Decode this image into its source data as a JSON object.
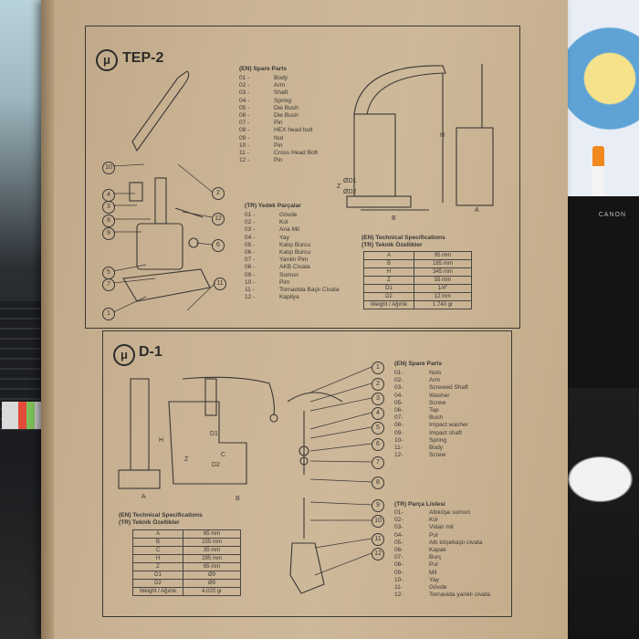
{
  "tep2": {
    "title": "TEP-2",
    "en_header": "(EN) Spare Parts",
    "en_parts": [
      [
        "01 -",
        "Body"
      ],
      [
        "02 -",
        "Arm"
      ],
      [
        "03 -",
        "Shaft"
      ],
      [
        "04 -",
        "Spring"
      ],
      [
        "05 -",
        "Die Bush"
      ],
      [
        "06 -",
        "Die Bush"
      ],
      [
        "07 -",
        "Pin"
      ],
      [
        "08 -",
        "HEX head bult"
      ],
      [
        "09 -",
        "Nut"
      ],
      [
        "10 -",
        "Pin"
      ],
      [
        "11 -",
        "Cross Head Bolt"
      ],
      [
        "12 -",
        "Pin"
      ]
    ],
    "tr_header": "(TR) Yedek Parçalar",
    "tr_parts": [
      [
        "01 -",
        "Gövde"
      ],
      [
        "02 -",
        "Kol"
      ],
      [
        "03 -",
        "Ana Mil"
      ],
      [
        "04 -",
        "Yay"
      ],
      [
        "05 -",
        "Kalıp Burcu"
      ],
      [
        "06 -",
        "Kalıp Burcu"
      ],
      [
        "07 -",
        "Yarıklı Pim"
      ],
      [
        "08 -",
        "AKB Civata"
      ],
      [
        "09 -",
        "Somun"
      ],
      [
        "10 -",
        "Pim"
      ],
      [
        "11 -",
        "Tornavida Başlı Civata"
      ],
      [
        "12 -",
        "Kapilya"
      ]
    ],
    "spec_header_en": "(EN) Technical Specifications",
    "spec_header_tr": "(TR) Teknik Özellikler",
    "specs": [
      [
        "A",
        "95 mm"
      ],
      [
        "B",
        "185 mm"
      ],
      [
        "H",
        "345 mm"
      ],
      [
        "Z",
        "55 mm"
      ],
      [
        "D1",
        "1/4\""
      ],
      [
        "D2",
        "12 mm"
      ],
      [
        "Weight / Ağırlık",
        "1.740 gr"
      ]
    ],
    "dim_labels": {
      "h": "H",
      "z": "Z",
      "d1": "ØD1",
      "d2": "ØD2",
      "b": "B",
      "a": "A"
    },
    "callouts": [
      "10",
      "2",
      "4",
      "3",
      "12",
      "8",
      "9",
      "6",
      "5",
      "7",
      "11",
      "1"
    ]
  },
  "d1": {
    "title": "D-1",
    "en_header": "(EN) Spare Parts",
    "en_parts": [
      [
        "01-",
        "Nuts"
      ],
      [
        "02-",
        "Arm"
      ],
      [
        "03-",
        "Screwed Shaft"
      ],
      [
        "04-",
        "Washer"
      ],
      [
        "05-",
        "Screw"
      ],
      [
        "06-",
        "Tap"
      ],
      [
        "07-",
        "Bush"
      ],
      [
        "08-",
        "Impact washer"
      ],
      [
        "09-",
        "Impact shaft"
      ],
      [
        "10-",
        "Spring"
      ],
      [
        "11-",
        "Body"
      ],
      [
        "12-",
        "Screw"
      ]
    ],
    "tr_header": "(TR) Parça Listesi",
    "tr_parts": [
      [
        "01-",
        "Altıköşe somun"
      ],
      [
        "02-",
        "Kol"
      ],
      [
        "03-",
        "Vidalı mil"
      ],
      [
        "04-",
        "Pul"
      ],
      [
        "05-",
        "Altı köşebaşlı civata"
      ],
      [
        "06-",
        "Kapak"
      ],
      [
        "07-",
        "Burç"
      ],
      [
        "08-",
        "Pul"
      ],
      [
        "09-",
        "Mil"
      ],
      [
        "10-",
        "Yay"
      ],
      [
        "11-",
        "Gövde"
      ],
      [
        "12-",
        "Tornavida yarıklı civata"
      ]
    ],
    "spec_header_en": "(EN) Technical Specifications",
    "spec_header_tr": "(TR) Teknik Özellikler",
    "specs": [
      [
        "A",
        "85 mm"
      ],
      [
        "B",
        "155 mm"
      ],
      [
        "C",
        "35 mm"
      ],
      [
        "H",
        "295 mm"
      ],
      [
        "Z",
        "65 mm"
      ],
      [
        "D1",
        "Ø9"
      ],
      [
        "D2",
        "Ø9"
      ],
      [
        "Weight / Ağırlık",
        "4.020 gr"
      ]
    ],
    "dim_labels": {
      "h": "H",
      "z": "Z",
      "d1": "D1",
      "d2": "D2",
      "c": "C",
      "b": "B",
      "a": "A"
    },
    "callouts": [
      "1",
      "2",
      "3",
      "4",
      "5",
      "6",
      "7",
      "8",
      "9",
      "10",
      "11",
      "12"
    ]
  },
  "background": {
    "monitor_brand": "CANON"
  }
}
